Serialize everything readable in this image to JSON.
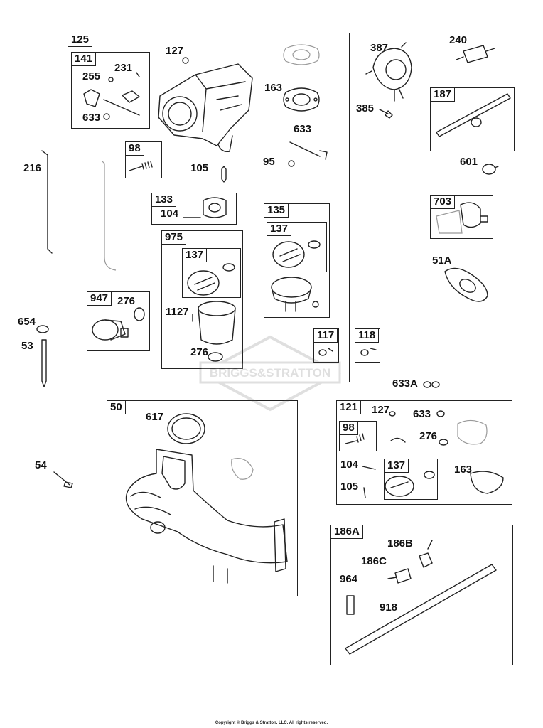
{
  "parts": {
    "p125": "125",
    "p141": "141",
    "p127": "127",
    "p255": "255",
    "p231": "231",
    "p633": "633",
    "p163": "163",
    "p387": "387",
    "p240": "240",
    "p187": "187",
    "p385": "385",
    "p633b": "633",
    "p216": "216",
    "p98": "98",
    "p105": "105",
    "p95": "95",
    "p601": "601",
    "p703": "703",
    "p133": "133",
    "p104": "104",
    "p135": "135",
    "p137a": "137",
    "p975": "975",
    "p137b": "137",
    "p51A": "51A",
    "p947": "947",
    "p276a": "276",
    "p1127": "1127",
    "p276b": "276",
    "p654": "654",
    "p53": "53",
    "p117": "117",
    "p118": "118",
    "p633A": "633A",
    "p50": "50",
    "p617": "617",
    "p121": "121",
    "p127b": "127",
    "p633c": "633",
    "p98b": "98",
    "p276c": "276",
    "p104b": "104",
    "p137c": "137",
    "p163b": "163",
    "p105b": "105",
    "p54": "54",
    "p186A": "186A",
    "p186B": "186B",
    "p186C": "186C",
    "p964": "964",
    "p918": "918"
  },
  "watermark": "BRIGGS&STRATTON",
  "copyright": "Copyright © Briggs & Stratton, LLC. All rights reserved."
}
